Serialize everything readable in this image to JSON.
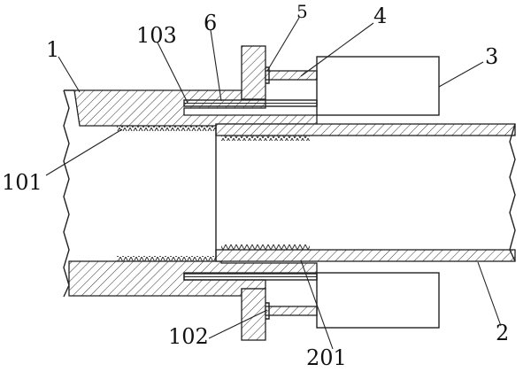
{
  "labels": {
    "pipe_body": "1",
    "outer_thread": "101",
    "bolt_head": "102",
    "annular_groove": "103",
    "inner_pipe": "2",
    "inner_thread": "201",
    "sleeve": "3",
    "stud": "4",
    "screw": "5",
    "seal_rod": "6"
  }
}
